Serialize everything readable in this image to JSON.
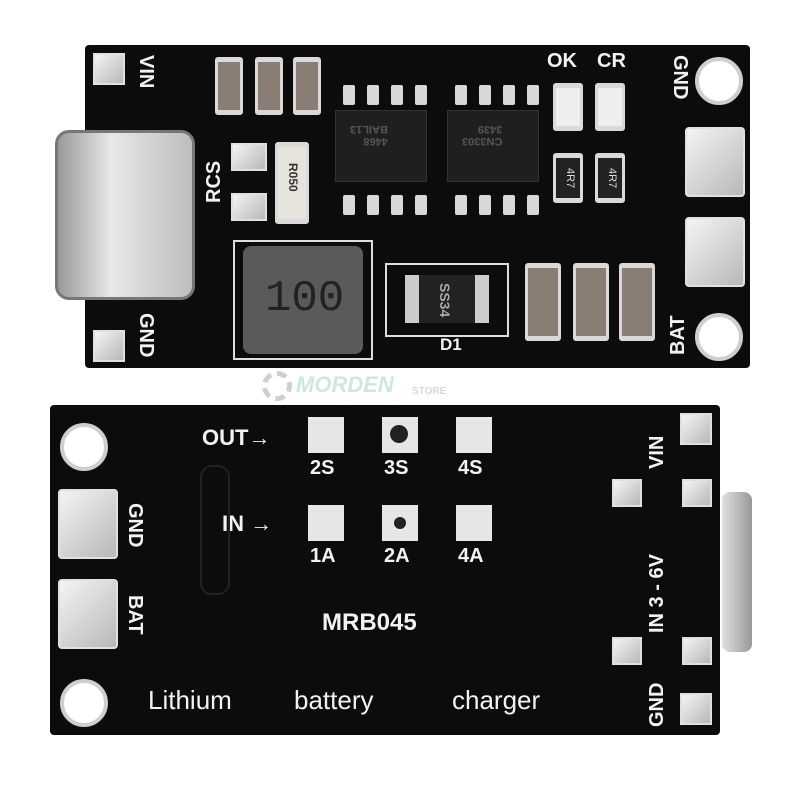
{
  "watermark": {
    "brand": "MORDEN",
    "sub": "STORE"
  },
  "top_board": {
    "labels": {
      "vin": "VIN",
      "gnd_left": "GND",
      "rcs": "RCS",
      "ok": "OK",
      "cr": "CR",
      "gnd_right": "GND",
      "bat": "BAT",
      "d1": "D1"
    },
    "components": {
      "shunt": "R050",
      "inductor": "100",
      "diode": "SS34",
      "ic1_line1": "4468",
      "ic1_line2": "BAIL13",
      "ic2_line1": "CN3303",
      "ic2_line2": "3439",
      "res1": "4R7",
      "res2": "4R7"
    }
  },
  "bottom_board": {
    "out_label": "OUT→",
    "in_label": "IN →",
    "out_options": [
      "2S",
      "3S",
      "4S"
    ],
    "in_options": [
      "1A",
      "2A",
      "4A"
    ],
    "selected_out": "3S",
    "selected_in": "2A",
    "gnd": "GND",
    "bat": "BAT",
    "model": "MRB045",
    "caption": [
      "Lithium",
      "battery",
      "charger"
    ],
    "vin": "VIN",
    "input_range": "IN  3 - 6V",
    "gnd_right": "GND"
  }
}
